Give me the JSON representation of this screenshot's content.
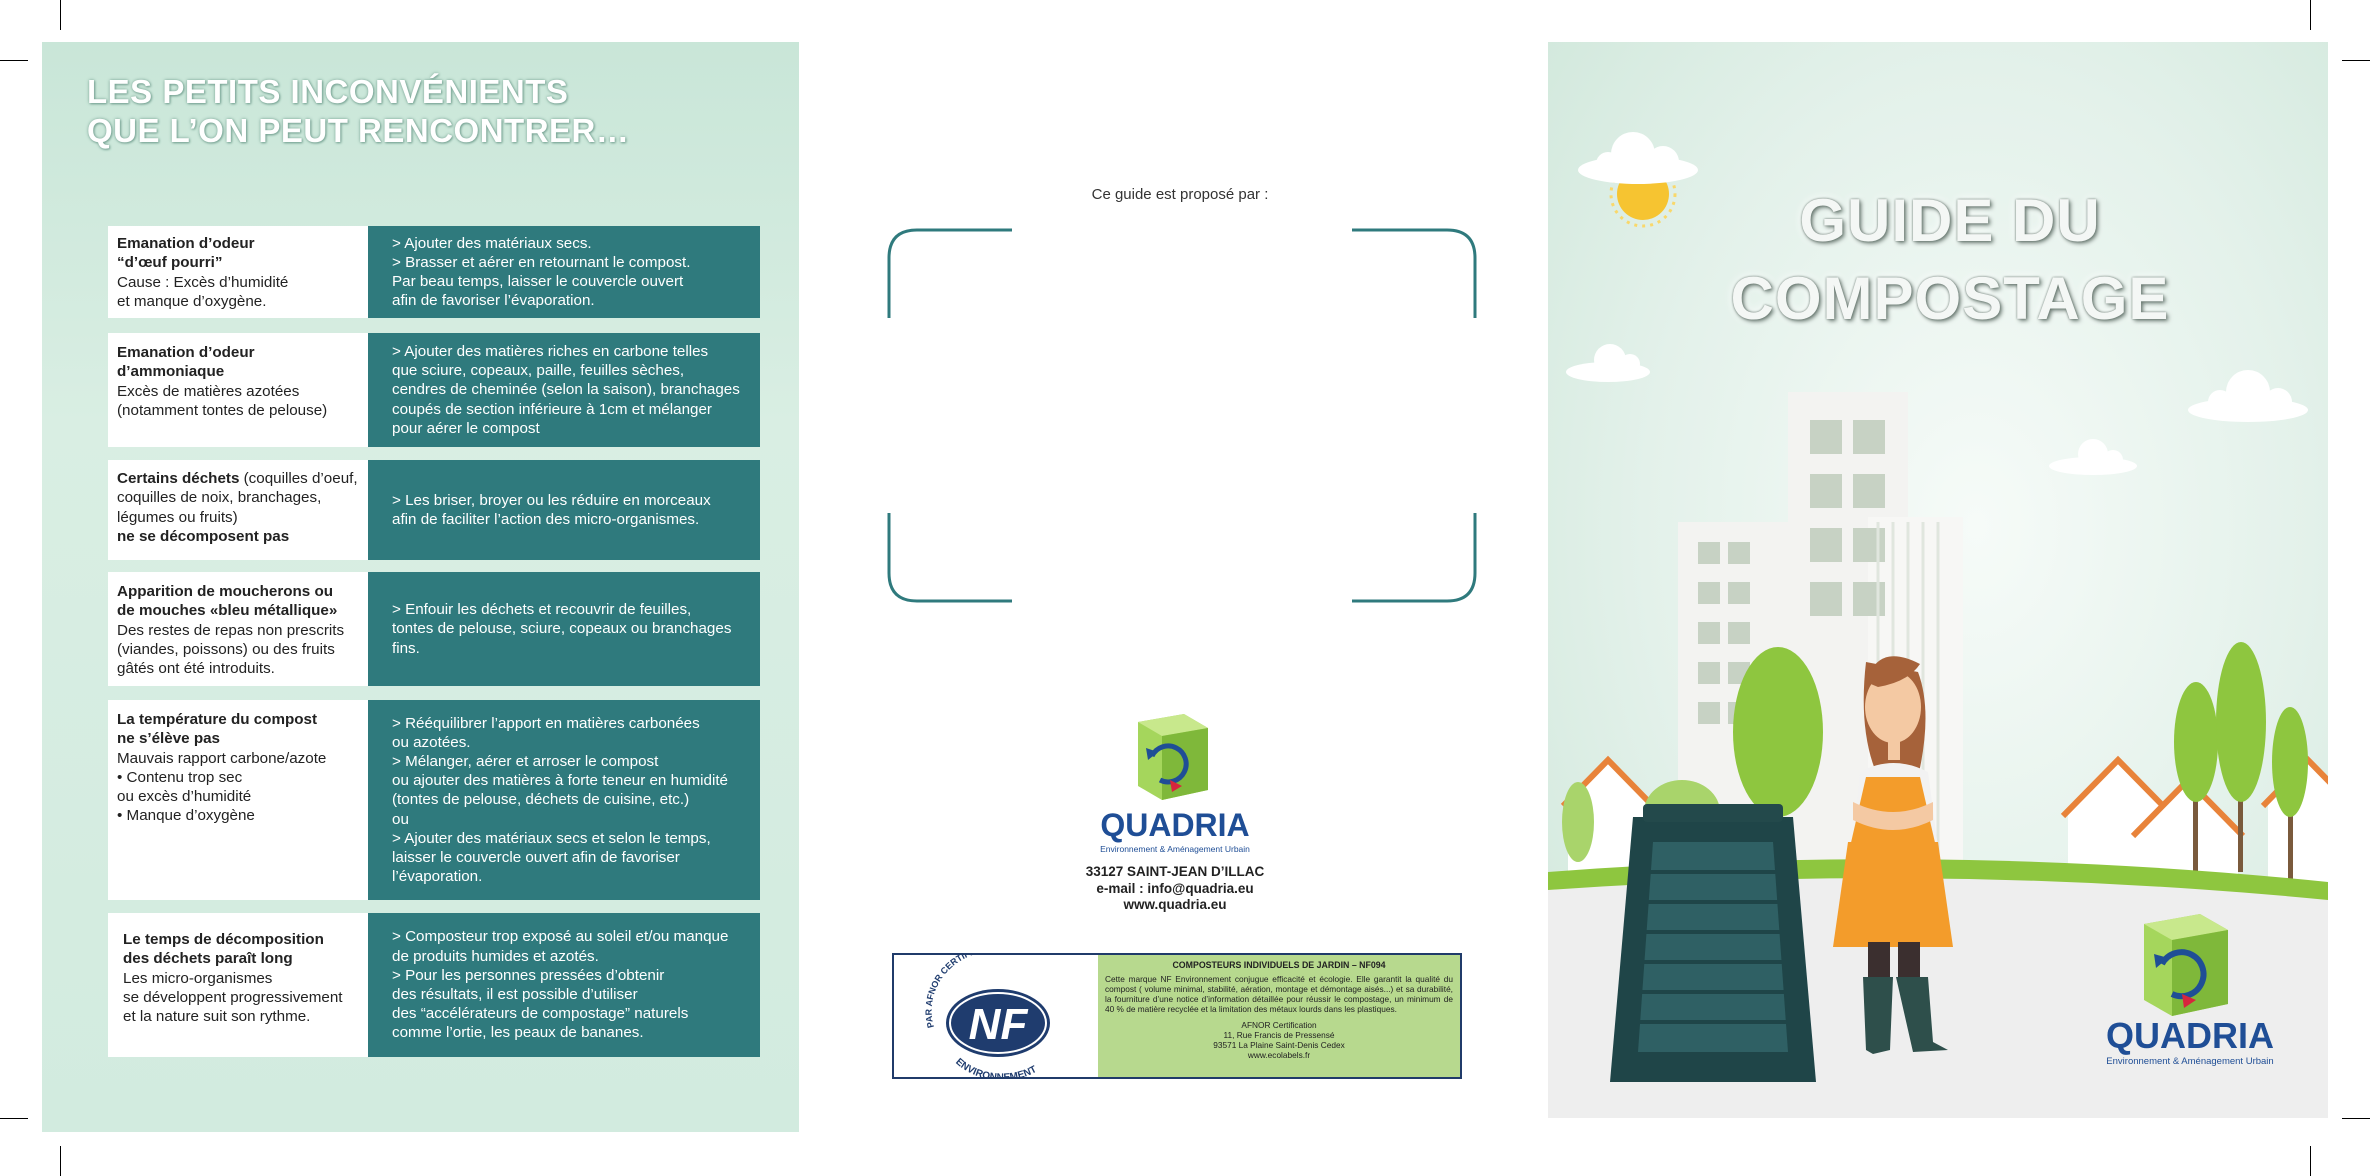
{
  "left": {
    "title_lines": [
      "LES PETITS INCONVÉNIENTS",
      "QUE L’ON PEUT RENCONTRER…"
    ],
    "issues": [
      {
        "problem": [
          "Emanation d’odeur",
          "“d’œuf pourri”"
        ],
        "cause": [
          "Cause : Excès d’humidité",
          "et manque d’oxygène."
        ],
        "solution": [
          "> Ajouter des matériaux secs.",
          "> Brasser et aérer en retournant le compost.",
          "Par beau temps, laisser le couvercle ouvert",
          "afin de favoriser l’évaporation."
        ]
      },
      {
        "problem": [
          "Emanation d’odeur",
          "d’ammoniaque"
        ],
        "cause": [
          "Excès de matières azotées",
          "(notamment tontes de pelouse)"
        ],
        "solution": [
          "> Ajouter des matières riches en carbone telles",
          "que sciure, copeaux, paille, feuilles sèches,",
          "cendres de cheminée (selon la saison), branchages",
          "coupés de section inférieure à 1cm et mélanger",
          "pour aérer le compost"
        ]
      },
      {
        "problem_bold_1": "Certains déchets",
        "problem_normal_1": " (coquilles d’oeuf,",
        "problem_lines": [
          "coquilles de noix, branchages,",
          "légumes ou fruits)"
        ],
        "problem_bold_2": "ne se décomposent pas",
        "solution": [
          "> Les briser, broyer ou les réduire en morceaux",
          "afin de faciliter l’action des micro-organismes."
        ]
      },
      {
        "problem": [
          "Apparition de moucherons ou",
          "de mouches «bleu métallique»"
        ],
        "cause": [
          "Des restes de repas non prescrits",
          "(viandes, poissons) ou des fruits",
          "gâtés ont été introduits."
        ],
        "solution": [
          "> Enfouir les déchets et recouvrir de feuilles,",
          "tontes de pelouse, sciure, copeaux ou branchages",
          "fins."
        ]
      },
      {
        "problem": [
          "La température du compost",
          "ne s’élève pas"
        ],
        "cause": [
          "Mauvais rapport carbone/azote",
          "• Contenu trop sec",
          "ou excès d’humidité",
          "• Manque d’oxygène"
        ],
        "solution": [
          "> Rééquilibrer l’apport en matières carbonées",
          "ou azotées.",
          "> Mélanger, aérer et arroser le compost",
          "ou ajouter des matières à forte teneur en humidité",
          "(tontes de pelouse, déchets de cuisine, etc.)",
          "ou",
          "> Ajouter des matériaux secs et selon le temps,",
          "laisser le couvercle ouvert afin de favoriser",
          "l’évaporation."
        ]
      },
      {
        "problem": [
          "Le temps de décomposition",
          "des déchets paraît long"
        ],
        "cause": [
          "Les micro-organismes",
          "se développent progressivement",
          "et la nature suit son rythme."
        ],
        "solution": [
          "> Composteur trop exposé au soleil et/ou manque",
          "de produits humides et azotés.",
          "> Pour les personnes pressées d’obtenir",
          "des résultats, il est possible d’utiliser",
          "des “accélérateurs de compostage” naturels",
          "comme l’ortie, les peaux de bananes."
        ]
      }
    ]
  },
  "middle": {
    "proposed_by": "Ce guide est proposé par :",
    "logo_name": "QUADRIA",
    "logo_tagline": "Environnement & Aménagement Urbain",
    "contact": [
      "33127 SAINT-JEAN D’ILLAC",
      "e-mail : info@quadria.eu",
      "www.quadria.eu"
    ],
    "nf": {
      "arc_top": "PAR AFNOR CERTIFICATION",
      "arc_bottom": "ENVIRONNEMENT",
      "mark": "NF",
      "title": "COMPOSTEURS INDIVIDUELS DE JARDIN – NF094",
      "description": "Cette marque NF Environnement conjugue efficacité et écologie. Elle garantit la qualité du compost ( volume minimal, stabilité, aération, montage et démontage aisés...) et sa durabilité, la fourniture d’une notice d’information détaillée pour réussir le compostage, un minimum de 40 % de matière recyclée et la limitation des métaux lourds dans les plastiques.",
      "address": [
        "AFNOR Certification",
        "11, Rue Francis de Pressensé",
        "93571 La Plaine Saint-Denis Cedex",
        "www.ecolabels.fr"
      ]
    }
  },
  "right": {
    "title_lines": [
      "GUIDE DU",
      "COMPOSTAGE"
    ],
    "logo_name": "QUADRIA",
    "logo_tagline": "Environnement & Aménagement Urbain"
  },
  "colors": {
    "teal": "#2f7a7d",
    "panel_green": "#d2ebdf",
    "nf_green": "#b7d98e",
    "nf_navy": "#203b6a",
    "logo_green": "#8cc63f",
    "logo_blue": "#1f4e96",
    "logo_red": "#d7263d"
  },
  "icons": [
    "quadria-cube-icon",
    "nf-environnement-logo",
    "sun-icon",
    "cloud-icon"
  ]
}
